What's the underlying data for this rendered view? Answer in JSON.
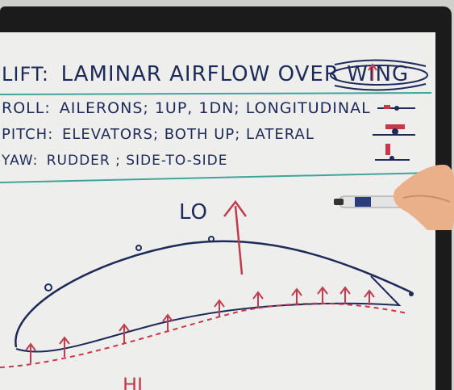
{
  "board": {
    "lines": [
      {
        "label": "LIFT",
        "text": "LAMINAR AIRFLOW OVER WING"
      },
      {
        "label": "ROLL",
        "text": "AILERONS; 1UP, 1DN; LONGITUDINAL"
      },
      {
        "label": "PITCH",
        "text": "ELEVATORS; BOTH UP; LATERAL"
      },
      {
        "label": "YAW",
        "text": "RUDDER ; SIDE-TO-SIDE"
      }
    ],
    "diagram": {
      "upper_label": "LO",
      "lower_label": "HI"
    }
  },
  "colors": {
    "ink_blue": "#1e2a5a",
    "ink_red": "#c23a4c",
    "ink_teal": "#3fa59a",
    "board_white": "#eeefec",
    "frame_black": "#1b1b1b"
  }
}
